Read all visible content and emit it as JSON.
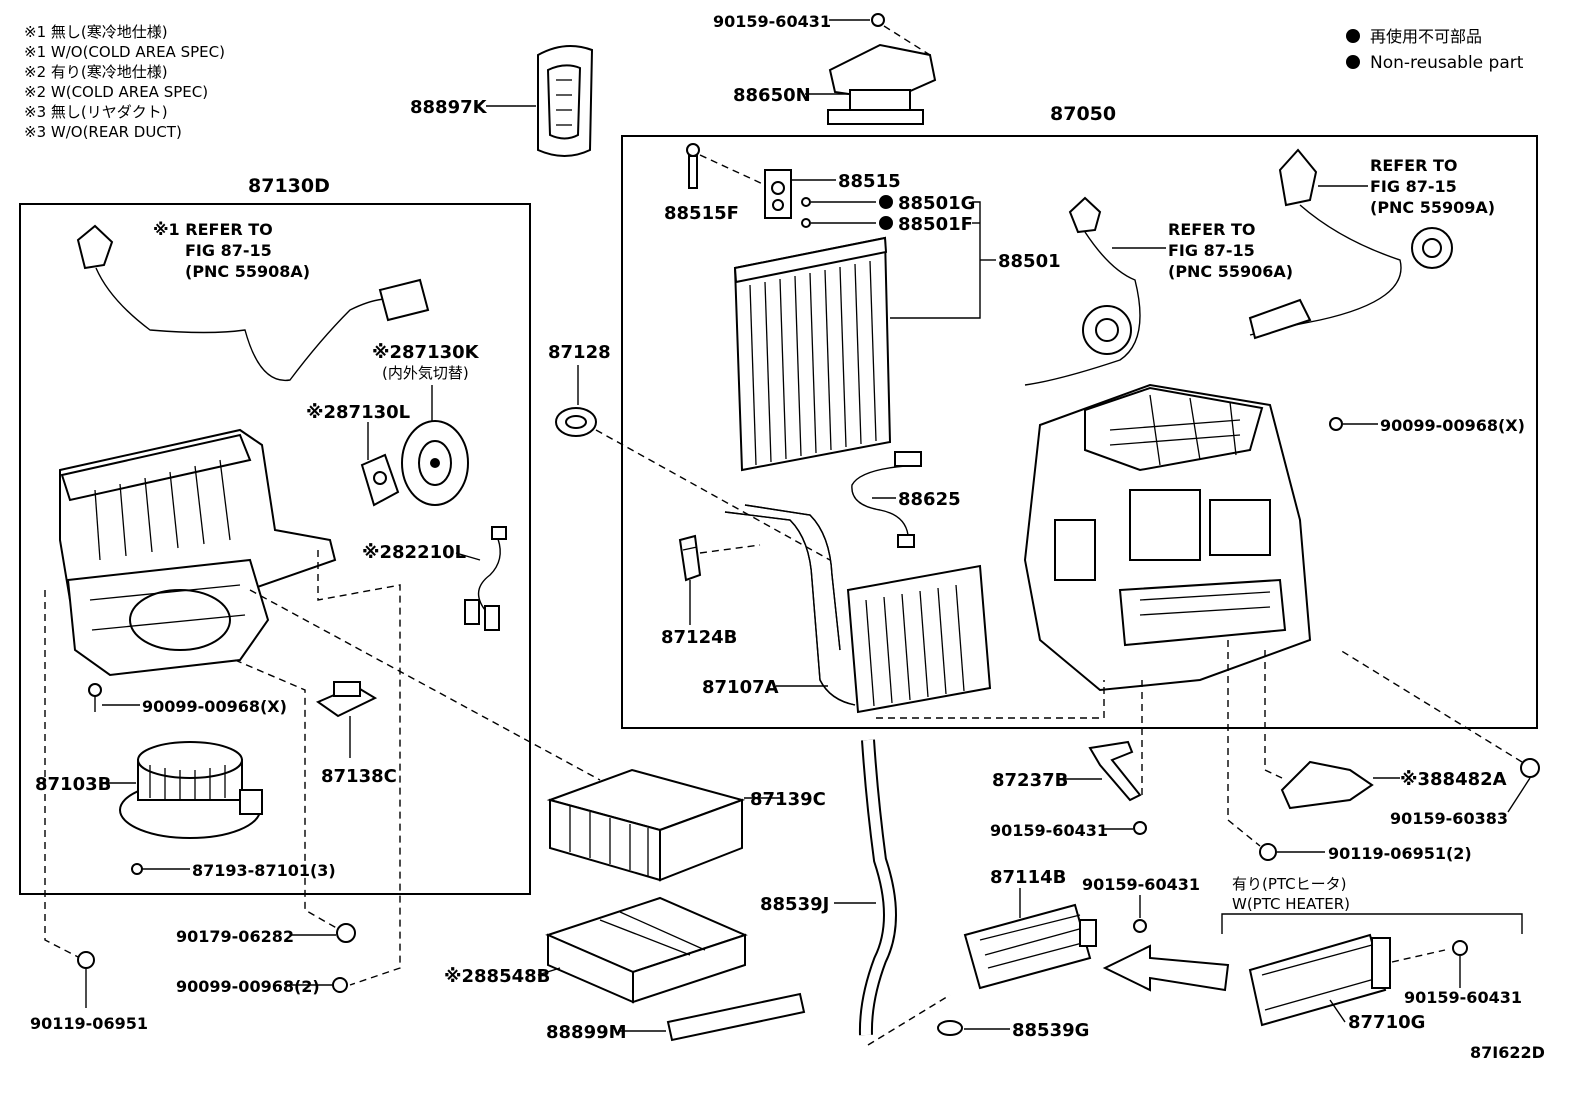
{
  "notes": [
    "※1 無し(寒冷地仕様)",
    "※1 W/O(COLD AREA SPEC)",
    "※2 有り(寒冷地仕様)",
    "※2 W(COLD AREA SPEC)",
    "※3 無し(リヤダクト)",
    "※3 W/O(REAR DUCT)"
  ],
  "legend": {
    "item_jp": "再使用不可部品",
    "item_en": "Non-reusable part"
  },
  "ref_blocks": {
    "ref_a": [
      "※1 REFER TO",
      "FIG 87-15",
      "(PNC 55908A)"
    ],
    "ref_b": [
      "REFER TO",
      "FIG 87-15",
      "(PNC 55906A)"
    ],
    "ref_c": [
      "REFER TO",
      "FIG 87-15",
      "(PNC 55909A)"
    ]
  },
  "labels": {
    "p87130D": "87130D",
    "p87050": "87050",
    "p90159_60431_top": "90159-60431",
    "p88650N": "88650N",
    "p88897K": "88897K",
    "p88515": "88515",
    "p88515F": "88515F",
    "p88501G": "88501G",
    "p88501F": "88501F",
    "p88501": "88501",
    "p87130K": "※287130K",
    "p87130K_jp": "(内外気切替)",
    "p87130L": "※287130L",
    "p82210L": "※282210L",
    "p87128": "87128",
    "p88625": "88625",
    "p90099_00968_x_right": "90099-00968(X)",
    "p87124B": "87124B",
    "p87107A": "87107A",
    "p90099_00968_x_left": "90099-00968(X)",
    "p87138C": "87138C",
    "p87103B": "87103B",
    "p87193_87101": "87193-87101(3)",
    "p87139C": "87139C",
    "p87237B": "87237B",
    "p88482A": "※388482A",
    "p90159_60383": "90159-60383",
    "p90159_60431_mid": "90159-60431",
    "p90119_06951_2": "90119-06951(2)",
    "p88539J": "88539J",
    "p87114B": "87114B",
    "p90159_60431_b": "90159-60431",
    "ptc_jp": "有り(PTCヒータ)",
    "ptc_en": "W(PTC HEATER)",
    "p90159_60431_c": "90159-60431",
    "p87710G": "87710G",
    "p90179_06282": "90179-06282",
    "p90099_00968_2": "90099-00968(2)",
    "p88548B": "※288548B",
    "p88899M": "88899M",
    "p88539G": "88539G",
    "p90119_06951": "90119-06951",
    "diagram_id": "87I622D"
  }
}
